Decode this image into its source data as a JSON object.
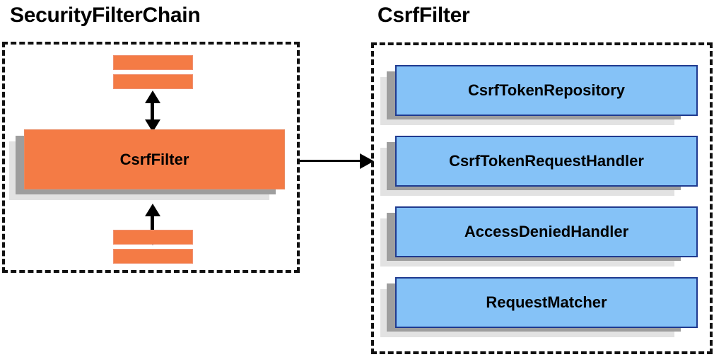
{
  "diagram": {
    "type": "block-diagram",
    "title_left": "SecurityFilterChain",
    "title_right": "CsrfFilter",
    "colors": {
      "orange_fill": "#f47b45",
      "orange_border": "#e9895f",
      "blue_fill": "#85c2f7",
      "blue_border": "#1f3a8f",
      "shadow_dark": "#9e9e9e",
      "shadow_light": "#e2e2e2",
      "outline": "#111111",
      "text": "#000000"
    }
  },
  "left_panel": {
    "title": "SecurityFilterChain",
    "highlighted_filter": "CsrfFilter",
    "filters_above": [
      "",
      ""
    ],
    "filters_below": [
      "",
      ""
    ],
    "arrow_up_label": "",
    "arrow_down_label": ""
  },
  "right_panel": {
    "title": "CsrfFilter",
    "collaborators": [
      {
        "label": "CsrfTokenRepository"
      },
      {
        "label": "CsrfTokenRequestHandler"
      },
      {
        "label": "AccessDeniedHandler"
      },
      {
        "label": "RequestMatcher"
      }
    ]
  },
  "connector": {
    "from": "left_panel",
    "to": "right_panel",
    "style": "solid-arrow-right",
    "label": ""
  }
}
